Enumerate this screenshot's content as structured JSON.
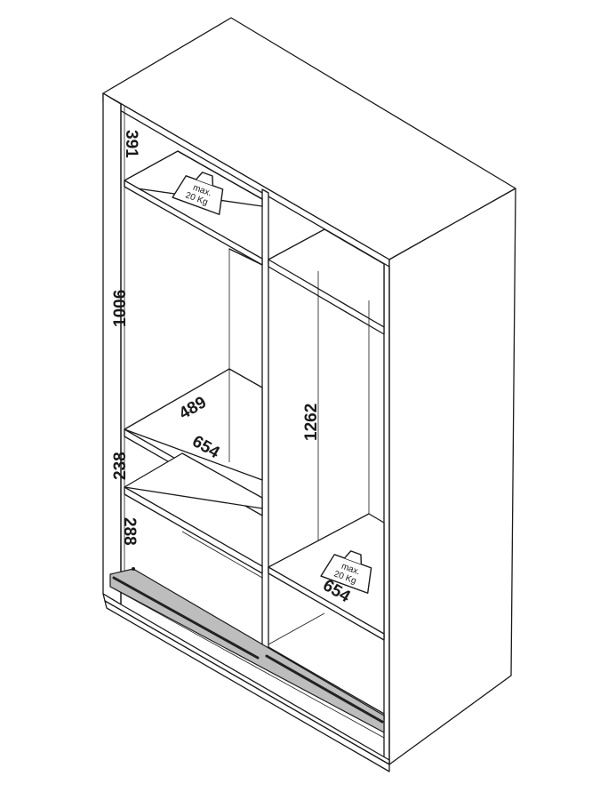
{
  "dimensions": {
    "top_compartment_height": "391",
    "left_hanging_height": "1006",
    "shelf_depth": "489",
    "left_shelf_width": "654",
    "middle_shelf_gap": "238",
    "bottom_compartment_height": "288",
    "right_hanging_height": "1262",
    "right_shelf_width": "654"
  },
  "load_labels": {
    "left": {
      "line1": "max.",
      "line2": "20 Kg"
    },
    "right": {
      "line1": "max.",
      "line2": "20 Kg"
    }
  },
  "colors": {
    "line": "#1a1a1a",
    "rail": "#bdbdbd",
    "background": "#ffffff"
  }
}
